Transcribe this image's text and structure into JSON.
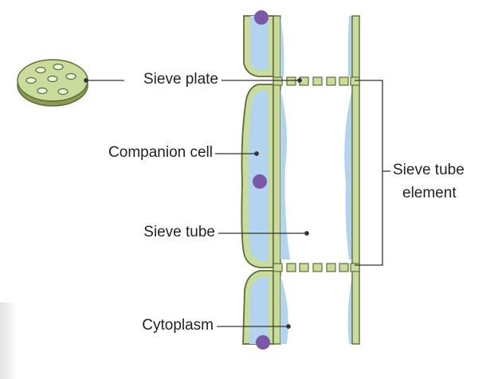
{
  "labels": {
    "sieve_plate": "Sieve plate",
    "companion_cell": "Companion cell",
    "sieve_tube": "Sieve tube",
    "cytoplasm": "Cytoplasm",
    "sieve_tube_element_line1": "Sieve tube",
    "sieve_tube_element_line2": "element"
  },
  "colors": {
    "cell_wall_fill": "#c9dc9c",
    "cell_wall_stroke": "#5e6b36",
    "cytoplasm_blue": "#b3d4ee",
    "nucleus_purple": "#7a58a8",
    "leader_line": "#333333",
    "text": "#222222"
  }
}
